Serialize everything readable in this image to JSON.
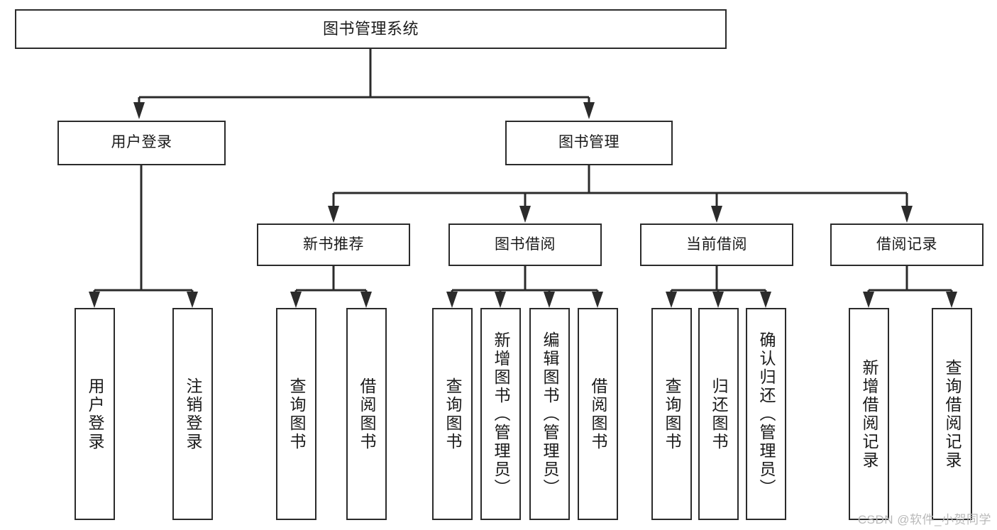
{
  "diagram": {
    "type": "tree-hierarchy",
    "title": "图书管理系统",
    "orientation": "top-down",
    "colors": {
      "box_border": "#2b2b2b",
      "box_fill": "#ffffff",
      "connector": "#2b2b2b",
      "canvas": "#ffffff",
      "watermark": "#b9b9b9"
    },
    "root": {
      "id": "root",
      "label": "图书管理系统"
    },
    "level2": [
      {
        "id": "user-login",
        "label": "用户登录"
      },
      {
        "id": "book-manage",
        "label": "图书管理"
      }
    ],
    "level3": [
      {
        "id": "new-book-recommend",
        "label": "新书推荐",
        "parent": "book-manage"
      },
      {
        "id": "book-borrow",
        "label": "图书借阅",
        "parent": "book-manage"
      },
      {
        "id": "current-borrow",
        "label": "当前借阅",
        "parent": "book-manage"
      },
      {
        "id": "borrow-record",
        "label": "借阅记录",
        "parent": "book-manage"
      }
    ],
    "leaves": [
      {
        "id": "leaf-user-login",
        "label": "用户登录",
        "parent": "user-login"
      },
      {
        "id": "leaf-logout-login",
        "label": "注销登录",
        "parent": "user-login"
      },
      {
        "id": "leaf-query-book-1",
        "label": "查询图书",
        "parent": "new-book-recommend"
      },
      {
        "id": "leaf-borrow-book-1",
        "label": "借阅图书",
        "parent": "new-book-recommend"
      },
      {
        "id": "leaf-query-book-2",
        "label": "查询图书",
        "parent": "book-borrow"
      },
      {
        "id": "leaf-add-book",
        "label": "新增图书（管理员）",
        "parent": "book-borrow"
      },
      {
        "id": "leaf-edit-book",
        "label": "编辑图书（管理员）",
        "parent": "book-borrow"
      },
      {
        "id": "leaf-borrow-book-2",
        "label": "借阅图书",
        "parent": "book-borrow"
      },
      {
        "id": "leaf-query-book-3",
        "label": "查询图书",
        "parent": "current-borrow"
      },
      {
        "id": "leaf-return-book",
        "label": "归还图书",
        "parent": "current-borrow"
      },
      {
        "id": "leaf-confirm-return",
        "label": "确认归还（管理员）",
        "parent": "current-borrow"
      },
      {
        "id": "leaf-add-record",
        "label": "新增借阅记录",
        "parent": "borrow-record"
      },
      {
        "id": "leaf-query-record",
        "label": "查询借阅记录",
        "parent": "borrow-record"
      }
    ]
  },
  "watermark": {
    "text": "CSDN @软件_小贺同学"
  }
}
